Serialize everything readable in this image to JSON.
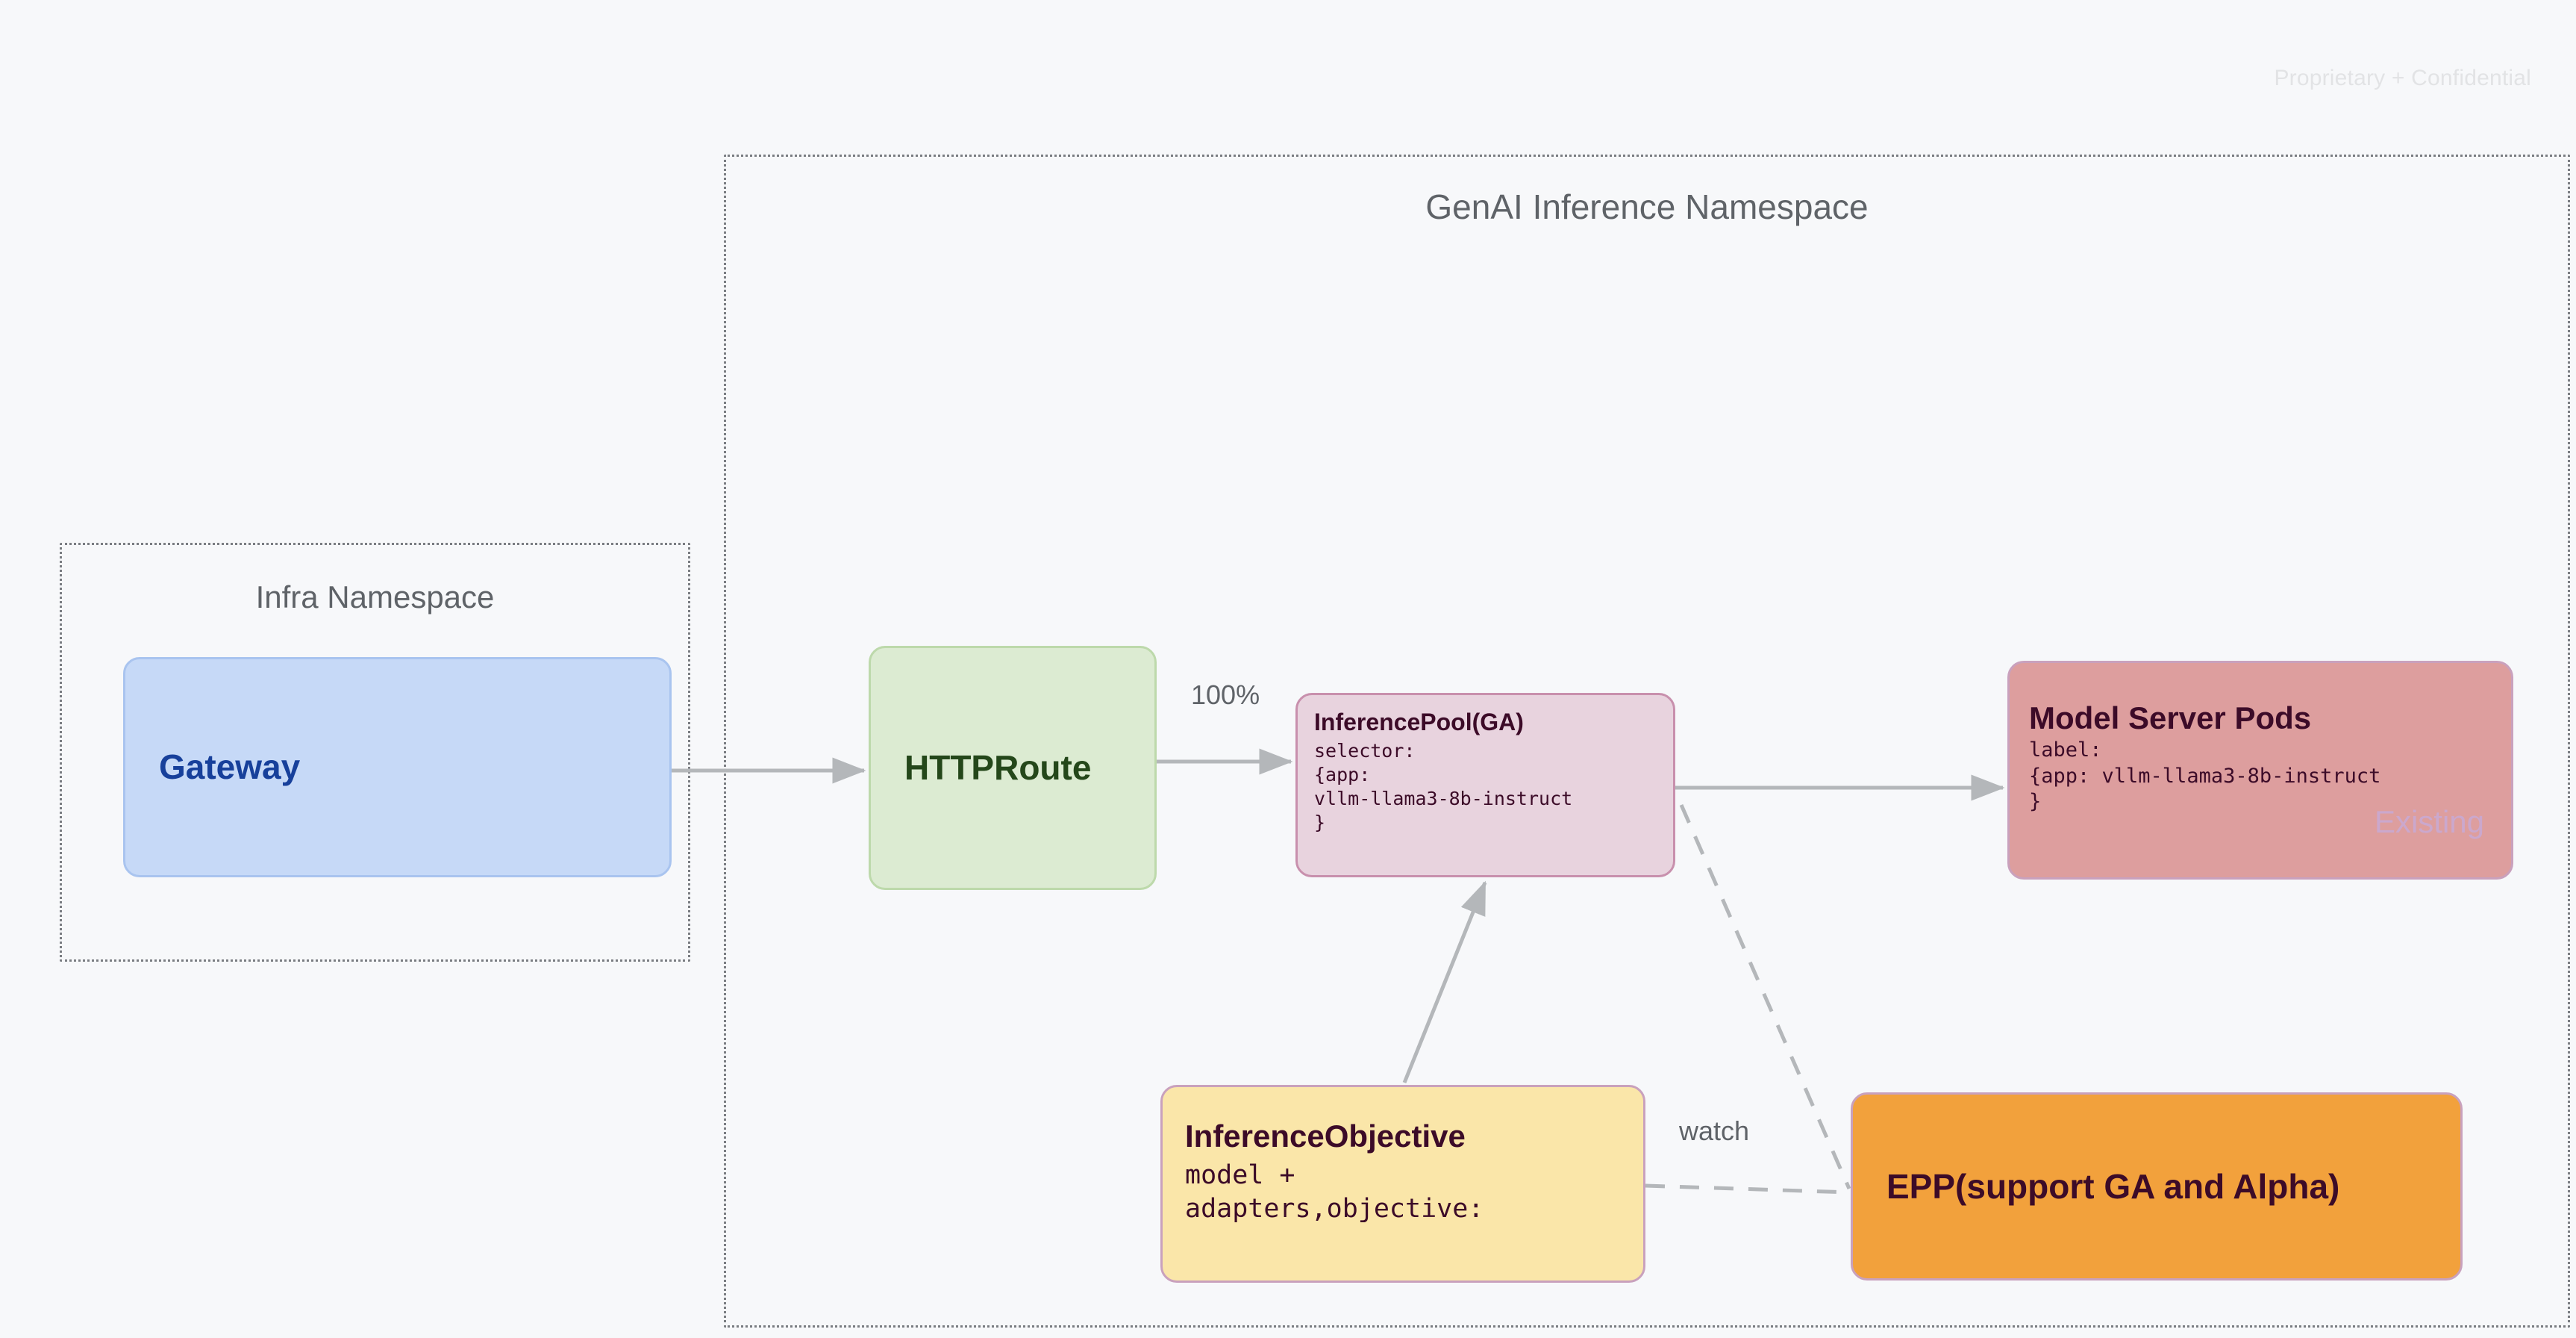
{
  "watermark": "Proprietary + Confidential",
  "groups": {
    "infra": {
      "label": "Infra Namespace"
    },
    "genai": {
      "label": "GenAI Inference Namespace"
    }
  },
  "nodes": {
    "gateway": {
      "title": "Gateway"
    },
    "httproute": {
      "title": "HTTPRoute"
    },
    "inferencepool": {
      "title": "InferencePool(GA)",
      "body": "selector:\n{app:\nvllm-llama3-8b-instruct\n}"
    },
    "modelpods": {
      "title": "Model Server Pods",
      "body": "label:\n{app: vllm-llama3-8b-instruct\n}",
      "badge": "Existing"
    },
    "inferenceobjective": {
      "title": "InferenceObjective",
      "body": "model +\nadapters,objective:"
    },
    "epp": {
      "title": "EPP(support GA and Alpha)"
    }
  },
  "edges": {
    "gateway_to_httproute": {
      "label": ""
    },
    "httproute_to_pool": {
      "label": "100%"
    },
    "pool_to_pods": {
      "label": ""
    },
    "objective_to_pool": {
      "label": ""
    },
    "pool_to_epp": {
      "label": ""
    },
    "objective_to_epp": {
      "label": "watch"
    }
  },
  "colors": {
    "canvas_bg": "#f7f8fa",
    "gateway": "#c6d9f7",
    "httproute": "#dcebd2",
    "inferencepool": "#e8d3de",
    "modelpods": "#dd9e9e",
    "inferenceobjective": "#fae6a9",
    "epp": "#f2a13c",
    "edge": "#b4b7ba",
    "group_border": "#7a7d82",
    "text_dark": "#3c0b28"
  }
}
